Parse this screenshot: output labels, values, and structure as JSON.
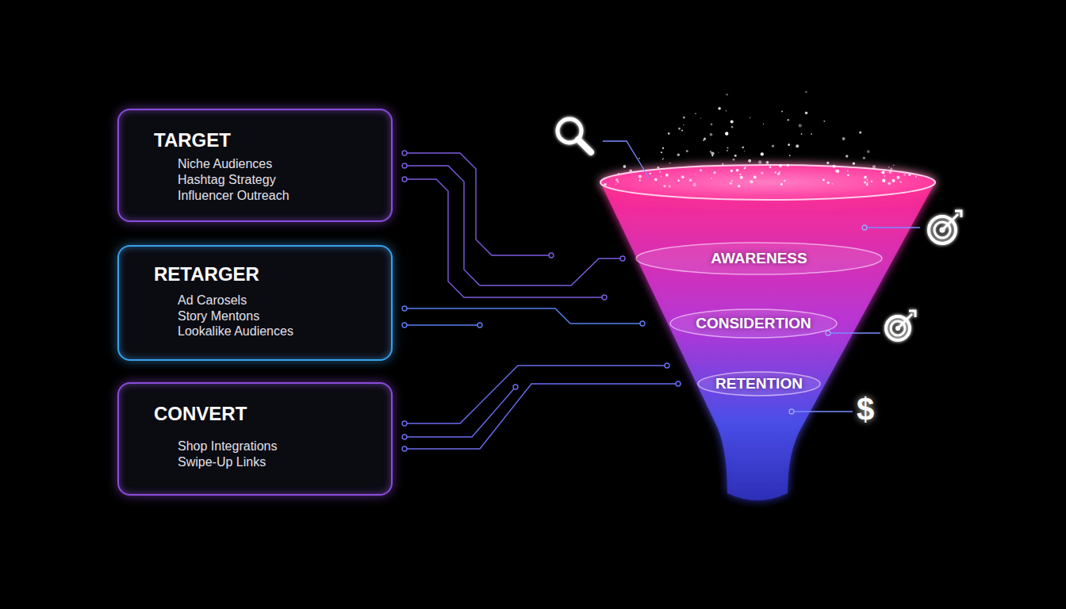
{
  "diagram": {
    "nodes": [
      {
        "text": [
          "TARGET",
          "Niche Audiences",
          "Hashtag Strategy",
          "Influencer Outreach"
        ]
      },
      {
        "text": [
          "RETARGER",
          "Ad Carosels",
          "Story Mentons",
          "Lookalike Audiences"
        ]
      },
      {
        "text": [
          "CONVERT",
          "Shop Integrations",
          "Swipe-Up Links"
        ]
      },
      {
        "text": [
          "AWARENESS"
        ]
      },
      {
        "text": [
          "CONSIDERTION"
        ]
      },
      {
        "text": [
          "RETENTION"
        ]
      }
    ],
    "labels": [
      "$"
    ]
  }
}
